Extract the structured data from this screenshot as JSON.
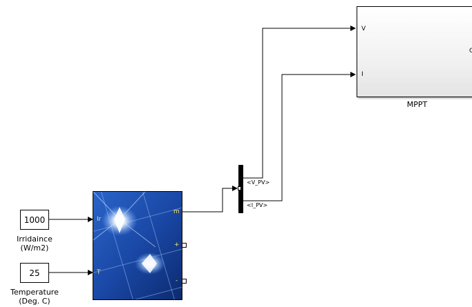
{
  "mppt": {
    "caption": "MPPT",
    "input_v": "V",
    "input_i": "I",
    "output_partial": "C"
  },
  "pv_array": {
    "in_irradiance": "Ir",
    "in_temperature": "T",
    "out_measure": "m",
    "terminal_plus": "+",
    "terminal_minus": "-"
  },
  "bus_selector": {
    "signal_1": "<V_PV>",
    "signal_2": "<I_PV>"
  },
  "irradiance": {
    "value": "1000",
    "caption_line1": "Irridaince",
    "caption_line2": "(W/m2)"
  },
  "temperature": {
    "value": "25",
    "caption_line1": "Temperature",
    "caption_line2": "(Deg. C)"
  },
  "colors": {
    "pv_label": "#f5e27a",
    "panel_dark": "#0b2a6e",
    "panel_mid": "#1f56b8",
    "wire": "#000000"
  }
}
